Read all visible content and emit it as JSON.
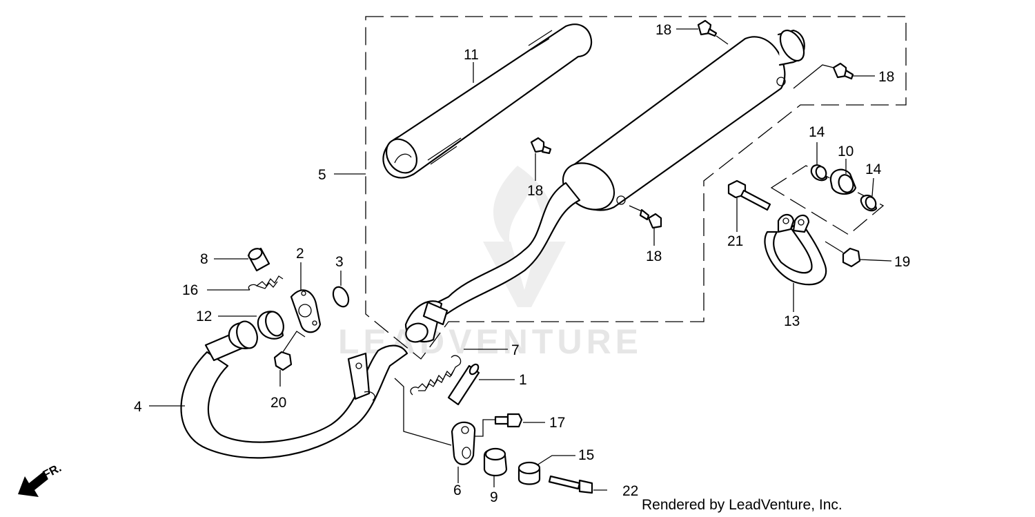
{
  "callouts": {
    "c1": "1",
    "c2": "2",
    "c3": "3",
    "c4": "4",
    "c5": "5",
    "c6": "6",
    "c7": "7",
    "c8": "8",
    "c9": "9",
    "c10": "10",
    "c11": "11",
    "c12": "12",
    "c13": "13",
    "c14a": "14",
    "c14b": "14",
    "c15": "15",
    "c16": "16",
    "c17": "17",
    "c18a": "18",
    "c18b": "18",
    "c18c": "18",
    "c18d": "18",
    "c19": "19",
    "c20": "20",
    "c21": "21",
    "c22": "22"
  },
  "direction_label": "FR.",
  "watermark": "LEADVENTURE",
  "credit": "Rendered by LeadVenture, Inc."
}
